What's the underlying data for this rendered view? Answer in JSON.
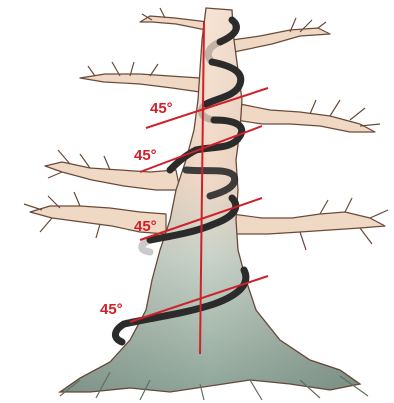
{
  "colors": {
    "guide_line": "#d0202a",
    "wire": "#2b2b2b",
    "label": "#d0202a",
    "trunk_light": "#f3dccb",
    "trunk_dark": "#9fb3a6",
    "branch": "#efd8c4",
    "branch_outline": "#6b4a3a"
  },
  "labels": {
    "angle_1": "45°",
    "angle_2": "45°",
    "angle_3": "45°",
    "angle_4": "45°"
  }
}
